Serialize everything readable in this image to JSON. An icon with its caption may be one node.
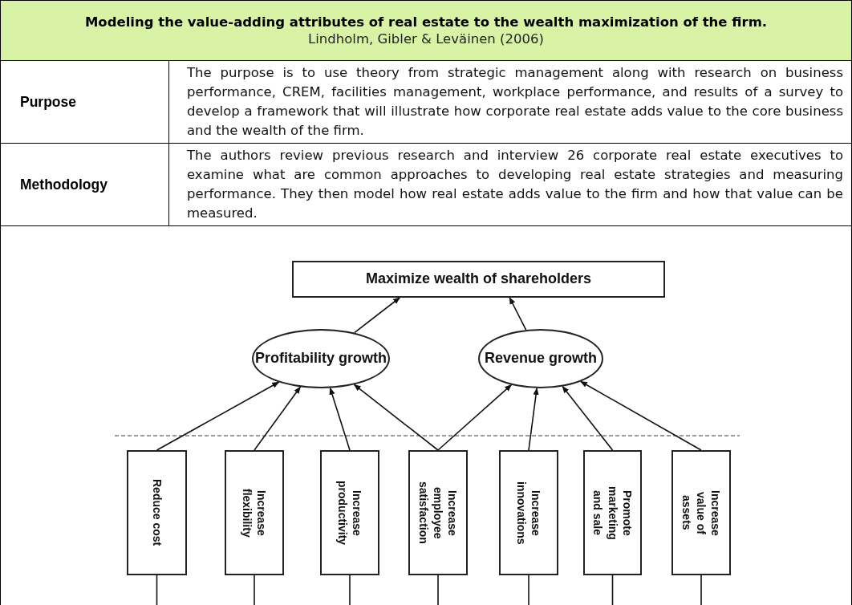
{
  "diagram": {
    "title": "Modeling the value-adding attributes of real estate to the wealth maximization of the firm.",
    "nodes": [
      {
        "text": [
          "Maximize wealth of shareholders"
        ]
      },
      {
        "text": [
          "Profitability growth"
        ]
      },
      {
        "text": [
          "Revenue growth"
        ]
      },
      {
        "text": [
          "Reduce cost"
        ]
      },
      {
        "text": [
          "Increase flexibility"
        ]
      },
      {
        "text": [
          "Increase productivity"
        ]
      },
      {
        "text": [
          "Increase employee satisfaction"
        ]
      },
      {
        "text": [
          "Increase innovations"
        ]
      },
      {
        "text": [
          "Promote marketing and sale"
        ]
      },
      {
        "text": [
          "Increase value of assets"
        ]
      }
    ],
    "edges": [
      {
        "from": 1,
        "to": 0,
        "arrow": "to"
      },
      {
        "from": 2,
        "to": 0,
        "arrow": "to"
      },
      {
        "from": 3,
        "to": 1,
        "arrow": "to"
      },
      {
        "from": 4,
        "to": 1,
        "arrow": "to"
      },
      {
        "from": 5,
        "to": 1,
        "arrow": "to"
      },
      {
        "from": 6,
        "to": 1,
        "arrow": "to"
      },
      {
        "from": 6,
        "to": 2,
        "arrow": "to"
      },
      {
        "from": 7,
        "to": 2,
        "arrow": "to"
      },
      {
        "from": 8,
        "to": 2,
        "arrow": "to"
      },
      {
        "from": 9,
        "to": 2,
        "arrow": "to"
      },
      {
        "from": 3,
        "to": null,
        "arrow": "none"
      },
      {
        "from": 4,
        "to": null,
        "arrow": "none"
      },
      {
        "from": 5,
        "to": null,
        "arrow": "none"
      },
      {
        "from": 6,
        "to": null,
        "arrow": "none"
      },
      {
        "from": 7,
        "to": null,
        "arrow": "none"
      },
      {
        "from": 8,
        "to": null,
        "arrow": "none"
      },
      {
        "from": 9,
        "to": null,
        "arrow": "none"
      }
    ],
    "labels": [
      "Lindholm, Gibler & Leväinen (2006)",
      "Purpose",
      "The purpose is to use theory from strategic management along with research on business performance, CREM, facilities management, workplace performance, and results of a survey to develop a framework that will illustrate how corporate real estate adds value to the core business and the wealth of the firm.",
      "Methodology",
      "The authors review previous research and interview 26 corporate real estate executives to examine what are common approaches to developing real estate strategies and measuring performance. They then model how real estate adds value to the firm and how that value can be measured."
    ]
  }
}
